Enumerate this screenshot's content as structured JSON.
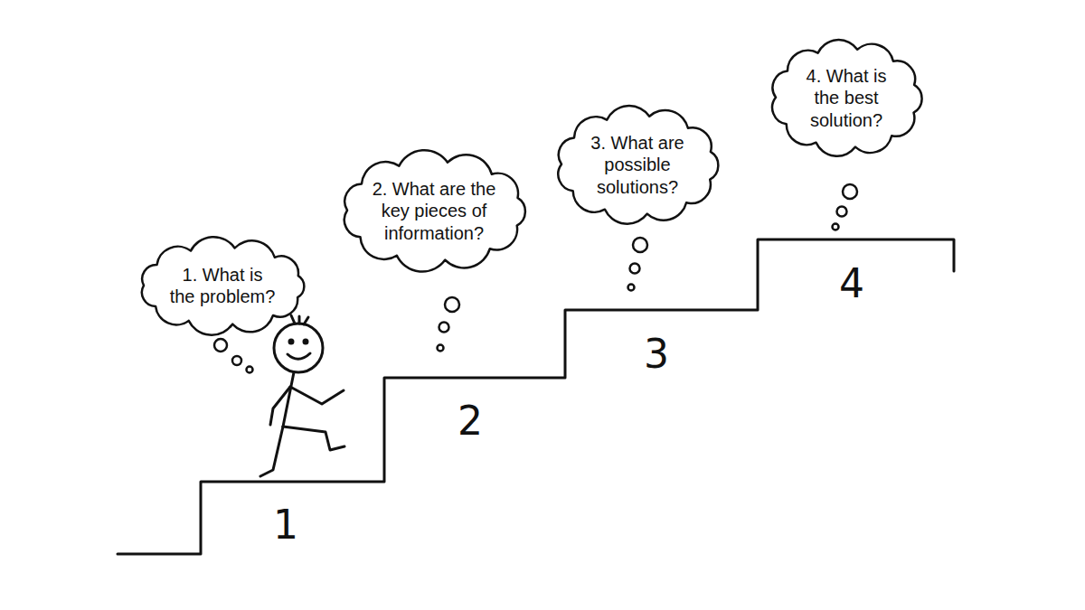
{
  "diagram": {
    "nodes": [
      {
        "text": [
          "1. What is the problem?"
        ]
      },
      {
        "text": [
          "2. What are the key pieces of information?"
        ]
      },
      {
        "text": [
          "3. What are possible solutions?"
        ]
      },
      {
        "text": [
          "4. What is the best solution?"
        ]
      }
    ],
    "labels": [
      "1",
      "2",
      "3",
      "4"
    ]
  }
}
